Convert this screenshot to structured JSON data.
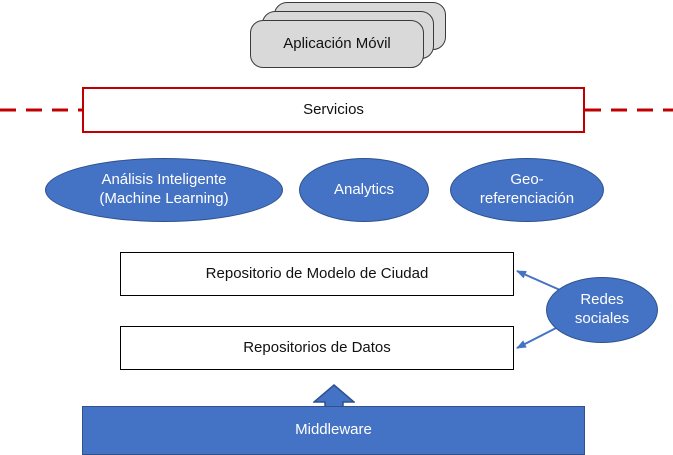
{
  "app": {
    "title": "Aplicación Móvil"
  },
  "services": {
    "label": "Servicios"
  },
  "ellipses": {
    "ml_line1": "Análisis Inteligente",
    "ml_line2": "(Machine Learning)",
    "analytics": "Analytics",
    "geo_line1": "Geo-",
    "geo_line2": "referenciación"
  },
  "repos": {
    "city_model": "Repositorio de Modelo de Ciudad",
    "data": "Repositorios de Datos"
  },
  "social": {
    "line1": "Redes",
    "line2": "sociales"
  },
  "middleware": {
    "label": "Middleware"
  },
  "colors": {
    "blue_fill": "#4472c4",
    "blue_stroke": "#2f528f",
    "red_border": "#c00000",
    "card_gray": "#d9d9d9"
  }
}
